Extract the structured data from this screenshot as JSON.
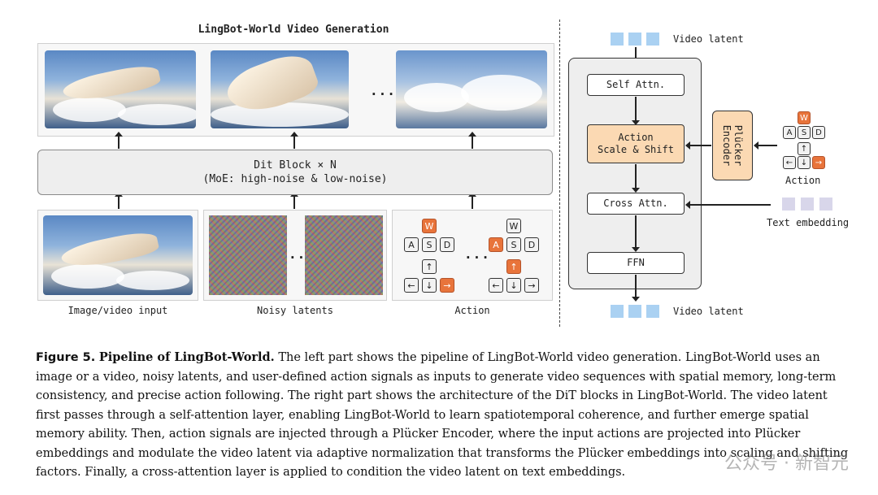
{
  "figure": {
    "title": "LingBot-World Video Generation",
    "generation_ellipsis": "...",
    "dit_block": {
      "line1": "Dit Block × N",
      "line2": "(MoE: high-noise & low-noise)"
    },
    "inputs": {
      "image_label": "Image/video input",
      "noisy_label": "Noisy latents",
      "noisy_ellipsis": "...",
      "action_label": "Action",
      "action_ellipsis": "..."
    },
    "keys": {
      "w": "W",
      "a": "A",
      "s": "S",
      "d": "D",
      "up": "↑",
      "left": "←",
      "down": "↓",
      "right": "→"
    },
    "architecture": {
      "video_latent_top": "Video latent",
      "self_attn": "Self Attn.",
      "action_block_line1": "Action",
      "action_block_line2": "Scale & Shift",
      "cross_attn": "Cross Attn.",
      "ffn": "FFN",
      "video_latent_bottom": "Video latent",
      "plucker_encoder": "Plücker\nEncoder",
      "action_label": "Action",
      "text_embedding": "Text embedding"
    },
    "colors": {
      "active_key": "#e8743b",
      "orange_block": "#fbd9b3",
      "latent_square": "#aad1f2",
      "text_square": "#d8d6ea"
    }
  },
  "caption": {
    "fig_num": "Figure 5.",
    "fig_title": "Pipeline of LingBot-World.",
    "body": "The left part shows the pipeline of LingBot-World video generation. LingBot-World uses an image or a video, noisy latents, and user-defined action signals as inputs to generate video sequences with spatial memory, long-term consistency, and precise action following. The right part shows the architecture of the DiT blocks in LingBot-World. The video latent first passes through a self-attention layer, enabling LingBot-World to learn spatiotemporal coherence, and further emerge spatial memory ability. Then, action signals are injected through a Plücker Encoder, where the input actions are projected into Plücker embeddings and modulate the video latent via adaptive normalization that transforms the Plücker embeddings into scaling and shifting factors. Finally, a cross-attention layer is applied to condition the video latent on text embeddings."
  },
  "watermark": "公众号 · 新智元"
}
